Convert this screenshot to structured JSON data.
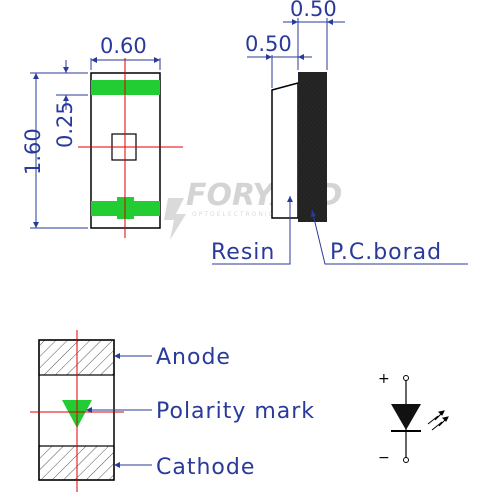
{
  "dimensions": {
    "top_width": "0.60",
    "height": "1.60",
    "pad": "0.25",
    "side_total": "0.50",
    "side_resin": "0.50"
  },
  "labels": {
    "resin": "Resin",
    "pcb": "P.C.borad",
    "anode": "Anode",
    "polarity": "Polarity mark",
    "cathode": "Cathode"
  },
  "symbol": {
    "plus": "+",
    "minus": "−"
  },
  "watermark": {
    "brand": "FORYARD",
    "sub": "OPTOELECTRONICS"
  },
  "colors": {
    "line": "#000000",
    "dim": "#2a3a9a",
    "center": "#e00000",
    "pad": "#22cc33",
    "pcb": "#222222"
  }
}
